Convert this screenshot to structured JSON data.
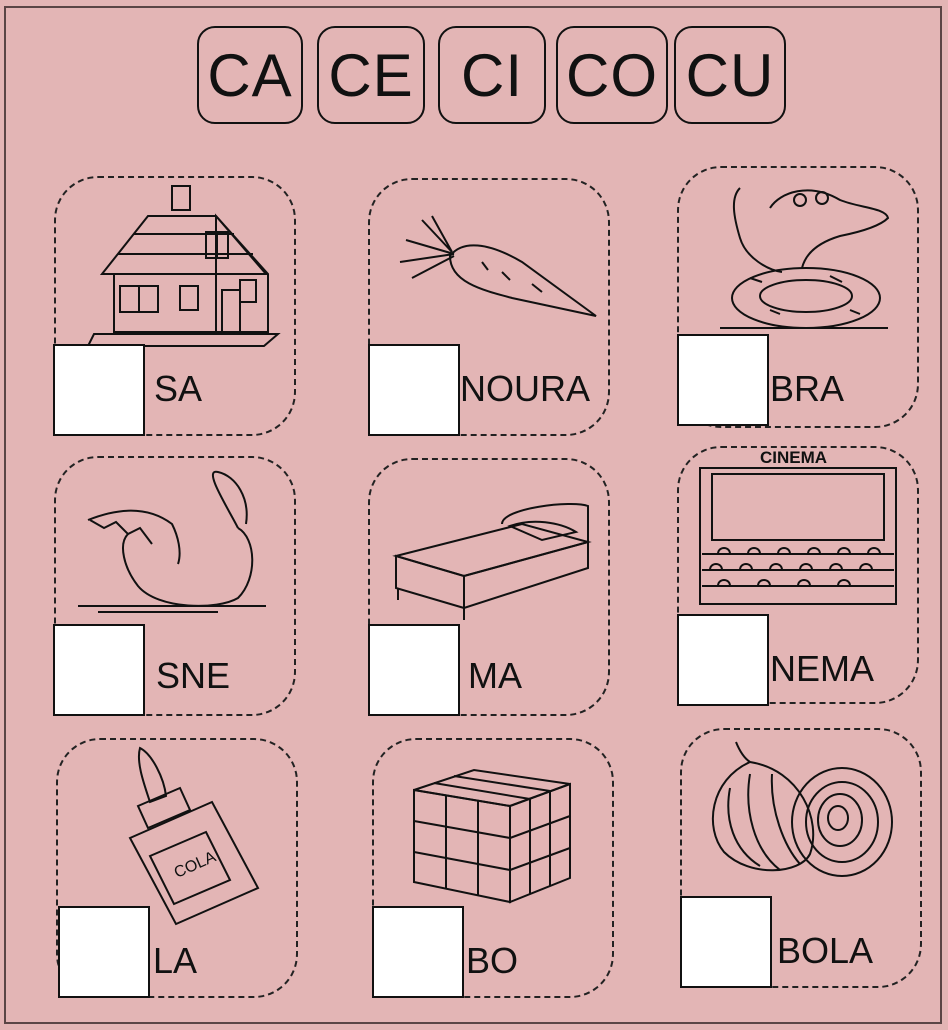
{
  "syllables": [
    "CA",
    "CE",
    "CI",
    "CO",
    "CU"
  ],
  "cards": [
    {
      "word": "SA",
      "picture": "house-icon"
    },
    {
      "word": "NOURA",
      "picture": "carrot-icon"
    },
    {
      "word": "BRA",
      "picture": "snake-icon"
    },
    {
      "word": "SNE",
      "picture": "swan-icon"
    },
    {
      "word": "MA",
      "picture": "bed-icon"
    },
    {
      "word": "NEMA",
      "picture": "cinema-icon",
      "picture_text": "CINEMA"
    },
    {
      "word": "LA",
      "picture": "glue-icon",
      "picture_text": "COLA"
    },
    {
      "word": "BO",
      "picture": "cube-icon"
    },
    {
      "word": "BOLA",
      "picture": "onion-icon"
    }
  ]
}
